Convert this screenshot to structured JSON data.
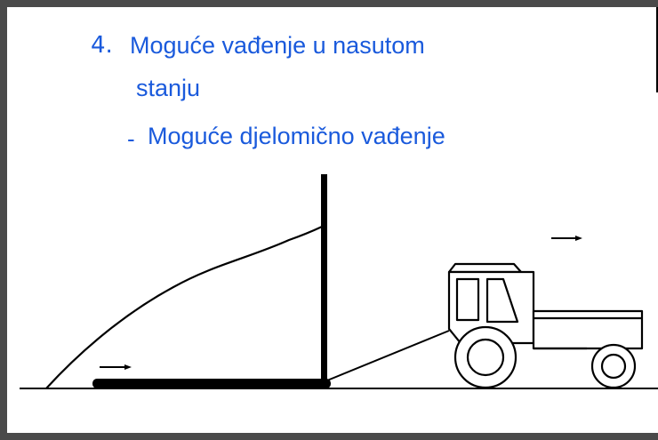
{
  "slide": {
    "number": "4.",
    "title_line1": "Moguće vađenje u nasutom",
    "title_line2": "stanju",
    "bullet_dash": "-",
    "bullet_text": "Moguće djelomično vađenje"
  },
  "diagram": {
    "colors": {
      "text": "#1a5adc",
      "lines": "#000000",
      "frame": "#4a4a4a"
    },
    "icons": [
      "tractor-icon",
      "arrow-right-icon",
      "stake-pole",
      "material-pile-outline"
    ]
  }
}
